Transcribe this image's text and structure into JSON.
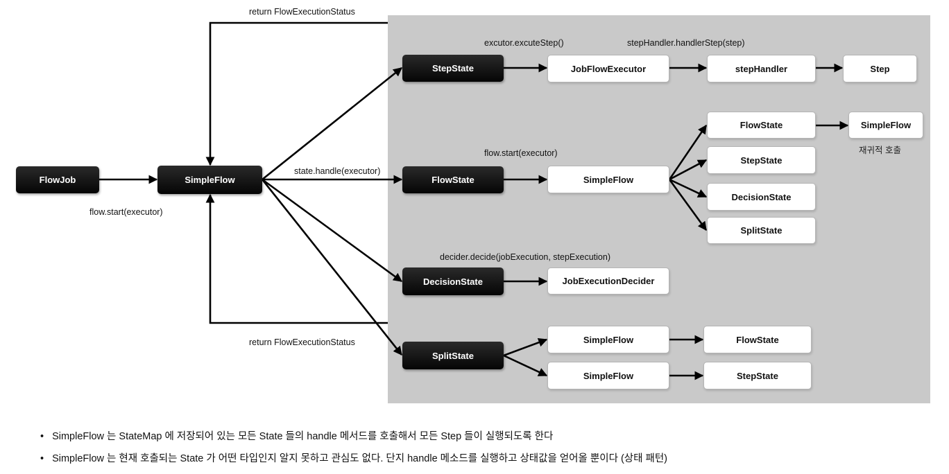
{
  "nodes": {
    "flowjob": "FlowJob",
    "simpleflow_main": "SimpleFlow",
    "stepstate": "StepState",
    "flowstate": "FlowState",
    "decisionstate": "DecisionState",
    "splitstate": "SplitState",
    "jobflowexecutor": "JobFlowExecutor",
    "stephandler": "stepHandler",
    "step": "Step",
    "simpleflow_inner": "SimpleFlow",
    "flowstate_child": "FlowState",
    "stepstate_child": "StepState",
    "decisionstate_child": "DecisionState",
    "splitstate_child": "SplitState",
    "simpleflow_recursive": "SimpleFlow",
    "jobexecutiondecider": "JobExecutionDecider",
    "split_simpleflow_1": "SimpleFlow",
    "split_simpleflow_2": "SimpleFlow",
    "split_flowstate": "FlowState",
    "split_stepstate": "StepState"
  },
  "labels": {
    "return_top": "return FlowExecutionStatus",
    "return_bottom": "return FlowExecutionStatus",
    "flow_start_left": "flow.start(executor)",
    "state_handle": "state.handle(executor)",
    "executor_execute_step": "excutor.excuteStep()",
    "step_handler_call": "stepHandler.handlerStep(step)",
    "flow_start_inner": "flow.start(executor)",
    "recursive_call": "재귀적 호출",
    "decider_call": "decider.decide(jobExecution, stepExecution)"
  },
  "notes": [
    "SimpleFlow 는 StateMap 에 저장되어 있는 모든 State 들의 handle 메서드를 호출해서 모든 Step 들이 실행되도록 한다",
    "SimpleFlow 는 현재 호출되는 State 가 어떤 타입인지 알지 못하고 관심도 없다. 단지 handle 메소드를 실행하고 상태값을 얻어올 뿐이다 (상태 패턴)"
  ],
  "colors": {
    "panel": "#c9c9c9",
    "dark_node": "#0a0a0a",
    "light_node": "#ffffff",
    "arrow": "#000000"
  }
}
